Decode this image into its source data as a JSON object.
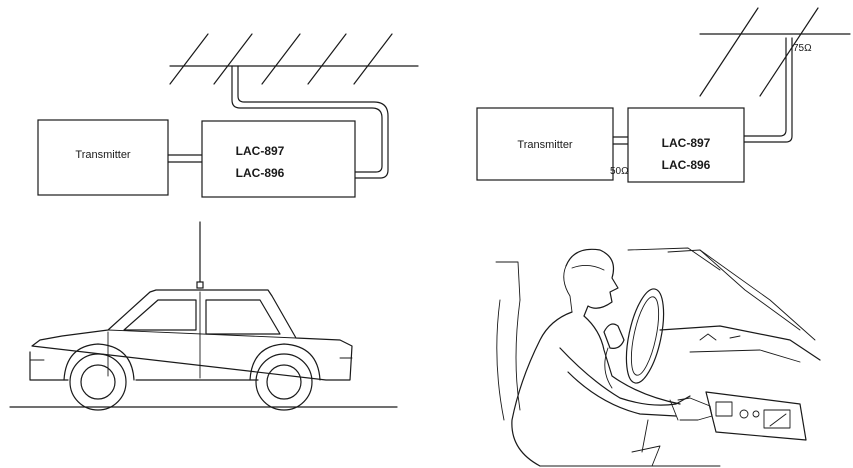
{
  "left_diagram": {
    "transmitter_label": "Transmitter",
    "unit_model_1": "LAC-897",
    "unit_model_2": "LAC-896"
  },
  "right_diagram": {
    "transmitter_label": "Transmitter",
    "unit_model_1": "LAC-897",
    "unit_model_2": "LAC-896",
    "input_impedance": "50Ω",
    "antenna_impedance": "75Ω"
  },
  "colors": {
    "ink": "#1a1a1a",
    "paper": "#ffffff"
  }
}
